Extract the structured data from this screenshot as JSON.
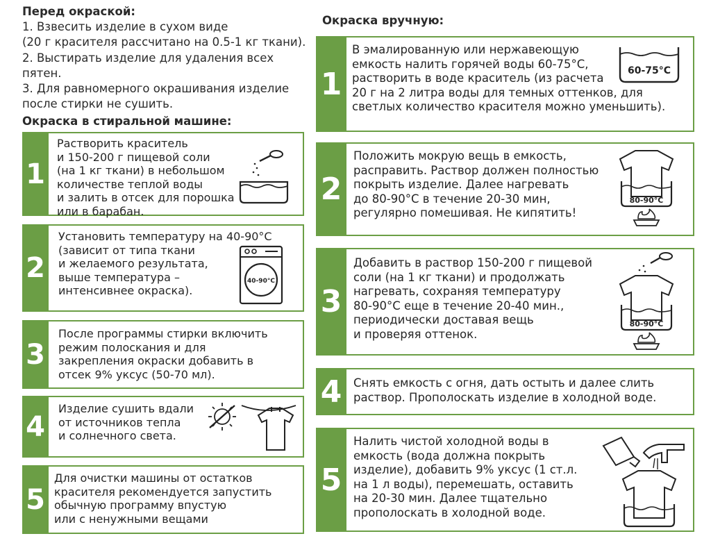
{
  "before": {
    "heading": "Перед окраской:",
    "lines": [
      "1. Взвесить изделие в сухом виде",
      "(20 г красителя рассчитано на 0.5-1 кг ткани).",
      "2. Выстирать изделие для удаления всех",
      "пятен.",
      "3. Для равномерного окрашивания изделие",
      "после стирки не сушить."
    ]
  },
  "machine": {
    "heading": "Окраска в стиральной машине:",
    "steps": [
      {
        "num": "1",
        "lines": [
          "Растворить краситель",
          "и 150-200 г пищевой соли",
          "(на 1 кг ткани) в небольшом",
          "количестве теплой воды",
          "и залить в отсек для порошка",
          "или в барабан."
        ]
      },
      {
        "num": "2",
        "lines": [
          "Установить температуру на 40-90°С",
          "(зависит от типа ткани",
          "и желаемого результата,",
          "выше температура –",
          "интенсивнее окраска)."
        ],
        "icon_label": "40-90°С"
      },
      {
        "num": "3",
        "lines": [
          "После программы стирки включить",
          "режим полоскания и для",
          "закрепления окраски добавить в",
          "отсек 9% уксус (50-70 мл)."
        ]
      },
      {
        "num": "4",
        "lines": [
          "Изделие сушить вдали",
          "от источников тепла",
          "и солнечного света."
        ]
      },
      {
        "num": "5",
        "lines": [
          "Для очистки машины от остатков",
          "красителя рекомендуется запустить",
          "обычную программу впустую",
          "или с ненужными вещами"
        ]
      }
    ]
  },
  "manual": {
    "heading": "Окраска вручную:",
    "steps": [
      {
        "num": "1",
        "lines": [
          "В эмалированную или нержавеющую",
          "емкость налить горячей воды 60-75°С,",
          "растворить в воде краситель (из расчета",
          "20 г на 2 литра воды для темных оттенков, для",
          "светлых количество красителя можно уменьшить)."
        ],
        "icon_label": "60-75°С"
      },
      {
        "num": "2",
        "lines": [
          "Положить мокрую вещь в емкость,",
          "расправить. Раствор должен полностью",
          "покрыть изделие. Далее нагревать",
          "до 80-90°С в течение 20-30 мин,",
          "регулярно помешивая. Не кипятить!"
        ],
        "icon_label": "80-90°С"
      },
      {
        "num": "3",
        "lines": [
          "Добавить в раствор 150-200 г пищевой",
          "соли (на 1 кг ткани) и продолжать",
          "нагревать, сохраняя температуру",
          "80-90°С еще в течение 20-40 мин.,",
          "периодически доставая вещь",
          "и проверяя оттенок."
        ],
        "icon_label": "80-90°С"
      },
      {
        "num": "4",
        "lines": [
          "Снять емкость с огня, дать остыть и далее слить",
          "раствор. Прополоскать изделие в холодной воде."
        ]
      },
      {
        "num": "5",
        "lines": [
          "Налить чистой холодной воды в",
          "емкость (вода должна покрыть",
          "изделие), добавить 9% уксус (1 ст.л.",
          "на 1 л воды), перемешать, оставить",
          "на 20-30 мин. Далее тщательно",
          "прополоскать в холодной воде."
        ]
      }
    ]
  },
  "colors": {
    "accent": "#6b9e45",
    "text": "#262626"
  }
}
